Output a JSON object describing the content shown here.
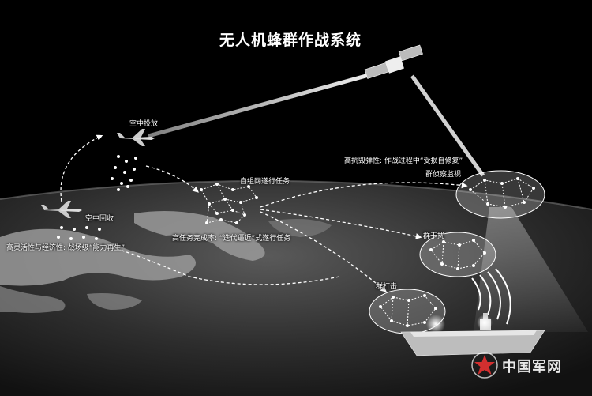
{
  "title": "无人机蜂群作战系统",
  "labels": {
    "airdrop": "空中投放",
    "recovery": "空中回收",
    "flexibility": "高灵活性与经济性: 战场级“能力再生”",
    "self_network": "自组网遂行任务",
    "completion": "高任务完成率: “迭代逼近”式遂行任务",
    "survivability": "高抗毁弹性: 作战过程中“受损自修复”",
    "recon": "群侦察监视",
    "jamming": "群干扰",
    "strike": "群打击"
  },
  "watermark": {
    "text": "中国军网",
    "icon": "star-logo-icon"
  },
  "colors": {
    "background": "#000000",
    "text": "#ffffff",
    "beam": "#dddddd",
    "ocean": "#2a2a2a",
    "land": "#9a9a9a"
  }
}
